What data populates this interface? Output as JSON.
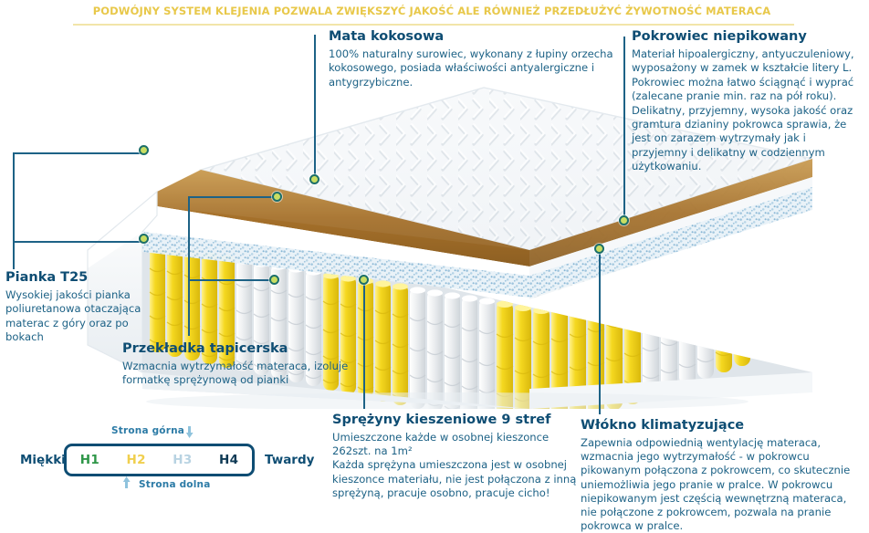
{
  "banner": {
    "text": "PODWÓJNY SYSTEM KLEJENIA POZWALA ZWIĘKSZYĆ JAKOŚĆ ALE RÓWNIEŻ PRZEDŁUŻYĆ ŻYWOTNOŚĆ MATERACA"
  },
  "callouts": {
    "coconut": {
      "title": "Mata kokosowa",
      "body": "100% naturalny surowiec, wykonany z łupiny orzecha kokosowego, posiada właściwości antyalergiczne i antygrzybiczne."
    },
    "cover": {
      "title": "Pokrowiec niepikowany",
      "body": "Materiał hipoalergiczny, antyuczuleniowy, wyposażony w zamek w kształcie litery L. Pokrowiec można łatwo ściągnąć i wyprać (zalecane pranie min. raz na pół roku). Delikatny, przyjemny, wysoka jakość oraz gramtura dzianiny pokrowca sprawia, że jest on zarazem wytrzymały jak i przyjemny i delikatny w codziennym użytkowaniu."
    },
    "foam": {
      "title": "Pianka T25",
      "body": "Wysokiej jakości pianka poliuretanowa otaczająca materac z góry oraz po bokach"
    },
    "felt": {
      "title": "Przekładka tapicerska",
      "body": "Wzmacnia wytrzymałość materaca, izoluje formatkę sprężynową od pianki"
    },
    "springs": {
      "title": "Sprężyny kieszeniowe 9 stref",
      "body": "Umieszczone każde w osobnej kieszonce 262szt. na 1m²\nKażda sprężyna umieszczona jest w osobnej kieszonce materiału, nie jest połączona z inną sprężyną, pracuje osobno, pracuje cicho!"
    },
    "fiber": {
      "title": "Włókno klimatyzujące",
      "body": "Zapewnia odpowiednią wentylację materaca, wzmacnia jego wytrzymałość - w pokrowcu pikowanym połączona z pokrowcem, co skutecznie uniemożliwia jego pranie w pralce. W pokrowcu niepikowanym jest częścią wewnętrzną materaca, nie połączone z pokrowcem, pozwala na pranie pokrowca w pralce."
    }
  },
  "hardness": {
    "top_side_label": "Strona górna",
    "bottom_side_label": "Strona dolna",
    "soft_label": "Miękki",
    "hard_label": "Twardy",
    "top_arrow_icon": "arrow-down-icon",
    "bottom_arrow_icon": "arrow-up-icon",
    "steps": [
      {
        "label": "H1",
        "color": "#2e9648"
      },
      {
        "label": "H2",
        "color": "#f0cf4e"
      },
      {
        "label": "H3",
        "color": "#b8d3e2"
      },
      {
        "label": "H4",
        "color": "#0e3a55"
      }
    ]
  },
  "illustration": {
    "alt": "Przekrój materaca kieszeniowego",
    "layers": [
      {
        "name": "pokrowiec-niepikowany",
        "color": "#f3f5f7"
      },
      {
        "name": "pianka-t25",
        "color": "#ffffff"
      },
      {
        "name": "mata-kokosowa",
        "color": "#b07d32"
      },
      {
        "name": "przekladka-tapicerska",
        "color": "#dce9f2"
      },
      {
        "name": "wlokno-klimatyzujace",
        "color": "#cfe3ef"
      },
      {
        "name": "sprezyny-kieszeniowe-zolte",
        "color": "#f2d621"
      },
      {
        "name": "sprezyny-kieszeniowe-biale",
        "color": "#e9ecee"
      }
    ]
  },
  "colors": {
    "accent_blue": "#1d6286",
    "title_blue": "#0e4d73",
    "banner_gold": "#e8c84a",
    "dot_ring": "#1c6f6a",
    "dot_fill": "#c9de63"
  }
}
